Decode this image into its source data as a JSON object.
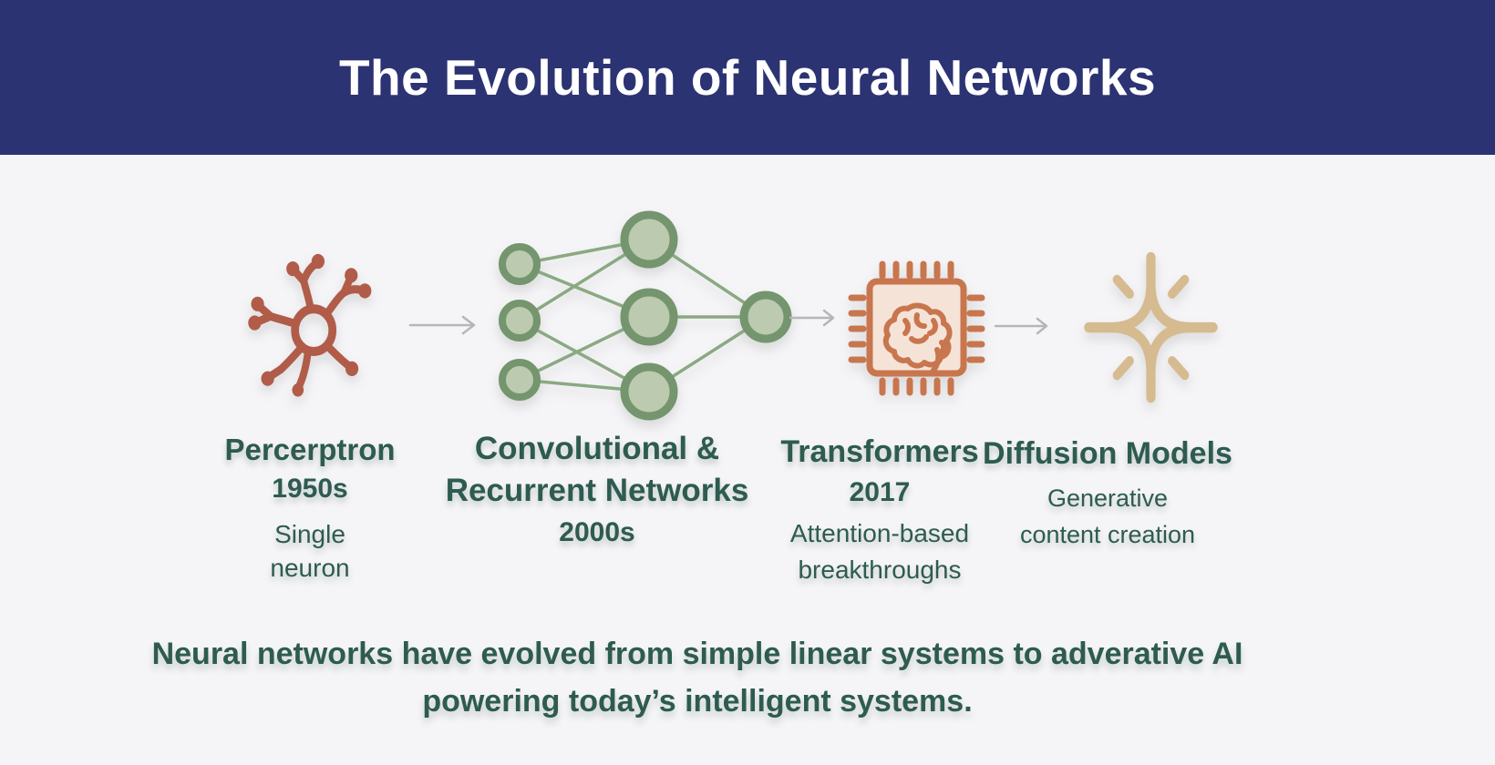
{
  "header": {
    "title": "The Evolution of Neural Networks"
  },
  "stages": [
    {
      "title": "Percerptron",
      "year": "1950s",
      "description": "Single neuron",
      "icon": "neuron-icon",
      "icon_color": "#b05c49"
    },
    {
      "title": "Convolutional & Recurrent Networks",
      "year": "2000s",
      "description": "",
      "icon": "neural-network-icon",
      "icon_color": "#74956d"
    },
    {
      "title": "Transformers",
      "year": "2017",
      "description": "Attention-based breakthroughs",
      "icon": "brain-chip-icon",
      "icon_color": "#c8764e"
    },
    {
      "title": "Diffusion Models",
      "year": "",
      "description": "Generative content creation",
      "icon": "sparkle-icon",
      "icon_color": "#d6ba90"
    }
  ],
  "caption": {
    "line1": "Neural networks have evolved from simple linear systems to adverative AI",
    "line2": "powering today’s intelligent systems."
  },
  "colors": {
    "header_bg": "#2c3373",
    "header_text": "#ffffff",
    "body_bg": "#f5f5f7",
    "label_text": "#2e5b50",
    "arrow_gray": "#b7b5b9",
    "network_node_fill": "#bccaaf",
    "network_node_ring": "#74956d",
    "chip_fill": "#f6e3d7"
  }
}
